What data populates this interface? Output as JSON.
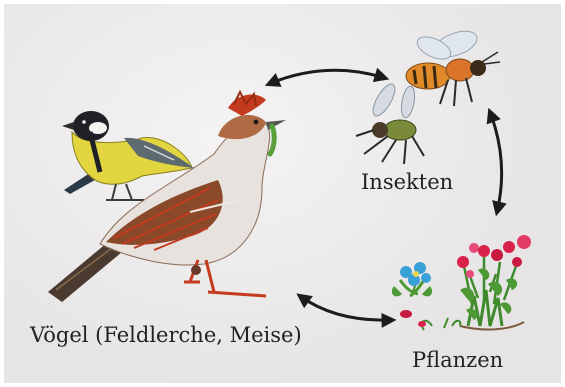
{
  "labels": {
    "insects": "Insekten",
    "birds": "Vögel (Feldlerche, Meise)",
    "plants": "Pflanzen"
  },
  "colors": {
    "paper": "#efedee",
    "arrow": "#1c1c1c",
    "text": "#222222",
    "tit_yellow": "#e2d640",
    "lark_brown": "#8a4a2a",
    "lark_red": "#c43a1f",
    "bee_orange": "#e08a2a",
    "fly_green": "#7a8a3a",
    "plant_green": "#3f8a2c",
    "flower_red": "#d9214a",
    "flower_blue": "#3aa0d8"
  },
  "icons": [
    "great-tit-drawing",
    "skylark-drawing",
    "bee-drawing",
    "fly-drawing",
    "flowering-plant-drawing",
    "blue-flower-drawing"
  ]
}
